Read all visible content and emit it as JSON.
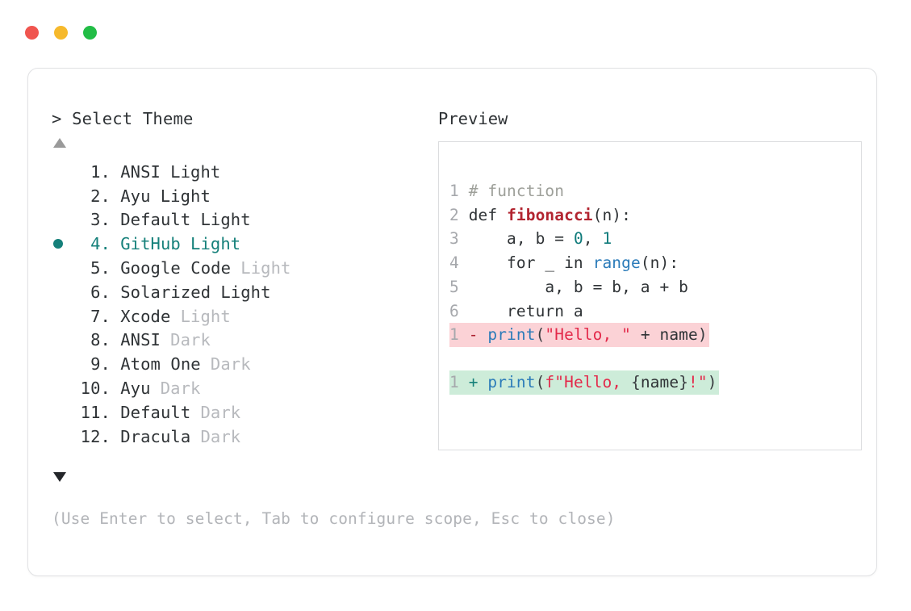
{
  "window": {
    "controls": [
      {
        "name": "close",
        "color": "#f0554f"
      },
      {
        "name": "minimize",
        "color": "#f6b92c"
      },
      {
        "name": "maximize",
        "color": "#22bd46"
      }
    ]
  },
  "colors": {
    "accent_teal": "#15807a",
    "muted_gray": "#b7b9bd",
    "text": "#2f3336",
    "diff_remove_bg": "#fbd2d6",
    "diff_add_bg": "#cdecd9",
    "card_border": "#e1e2e4",
    "preview_border": "#dcdddf"
  },
  "selector": {
    "prompt_symbol": ">",
    "prompt_label": "Select Theme",
    "scroll_up_icon": "triangle-up",
    "scroll_down_icon": "triangle-down",
    "selected_index": 4,
    "items": [
      {
        "index": "1.",
        "name": "ANSI",
        "variant": "Light",
        "variant_muted": false,
        "selected": false
      },
      {
        "index": "2.",
        "name": "Ayu",
        "variant": "Light",
        "variant_muted": false,
        "selected": false
      },
      {
        "index": "3.",
        "name": "Default",
        "variant": "Light",
        "variant_muted": false,
        "selected": false
      },
      {
        "index": "4.",
        "name": "GitHub",
        "variant": "Light",
        "variant_muted": false,
        "selected": true
      },
      {
        "index": "5.",
        "name": "Google Code",
        "variant": "Light",
        "variant_muted": true,
        "selected": false
      },
      {
        "index": "6.",
        "name": "Solarized",
        "variant": "Light",
        "variant_muted": false,
        "selected": false
      },
      {
        "index": "7.",
        "name": "Xcode",
        "variant": "Light",
        "variant_muted": true,
        "selected": false
      },
      {
        "index": "8.",
        "name": "ANSI",
        "variant": "Dark",
        "variant_muted": true,
        "selected": false
      },
      {
        "index": "9.",
        "name": "Atom One",
        "variant": "Dark",
        "variant_muted": true,
        "selected": false
      },
      {
        "index": "10.",
        "name": "Ayu",
        "variant": "Dark",
        "variant_muted": true,
        "selected": false
      },
      {
        "index": "11.",
        "name": "Default",
        "variant": "Dark",
        "variant_muted": true,
        "selected": false
      },
      {
        "index": "12.",
        "name": "Dracula",
        "variant": "Dark",
        "variant_muted": true,
        "selected": false
      }
    ],
    "hint": "(Use Enter to select, Tab to configure scope, Esc to close)"
  },
  "preview": {
    "title": "Preview",
    "code_lines": [
      {
        "num": "1",
        "text": "# function"
      },
      {
        "num": "2",
        "text": "def fibonacci(n):"
      },
      {
        "num": "3",
        "text": "    a, b = 0, 1"
      },
      {
        "num": "4",
        "text": "    for _ in range(n):"
      },
      {
        "num": "5",
        "text": "        a, b = b, a + b"
      },
      {
        "num": "6",
        "text": "    return a"
      }
    ],
    "diff_lines": [
      {
        "num": "1",
        "sign": "-",
        "text": "print(\"Hello, \" + name)",
        "kind": "remove"
      },
      {
        "num": "1",
        "sign": "+",
        "text": "print(f\"Hello, {name}!\")",
        "kind": "add"
      }
    ]
  }
}
